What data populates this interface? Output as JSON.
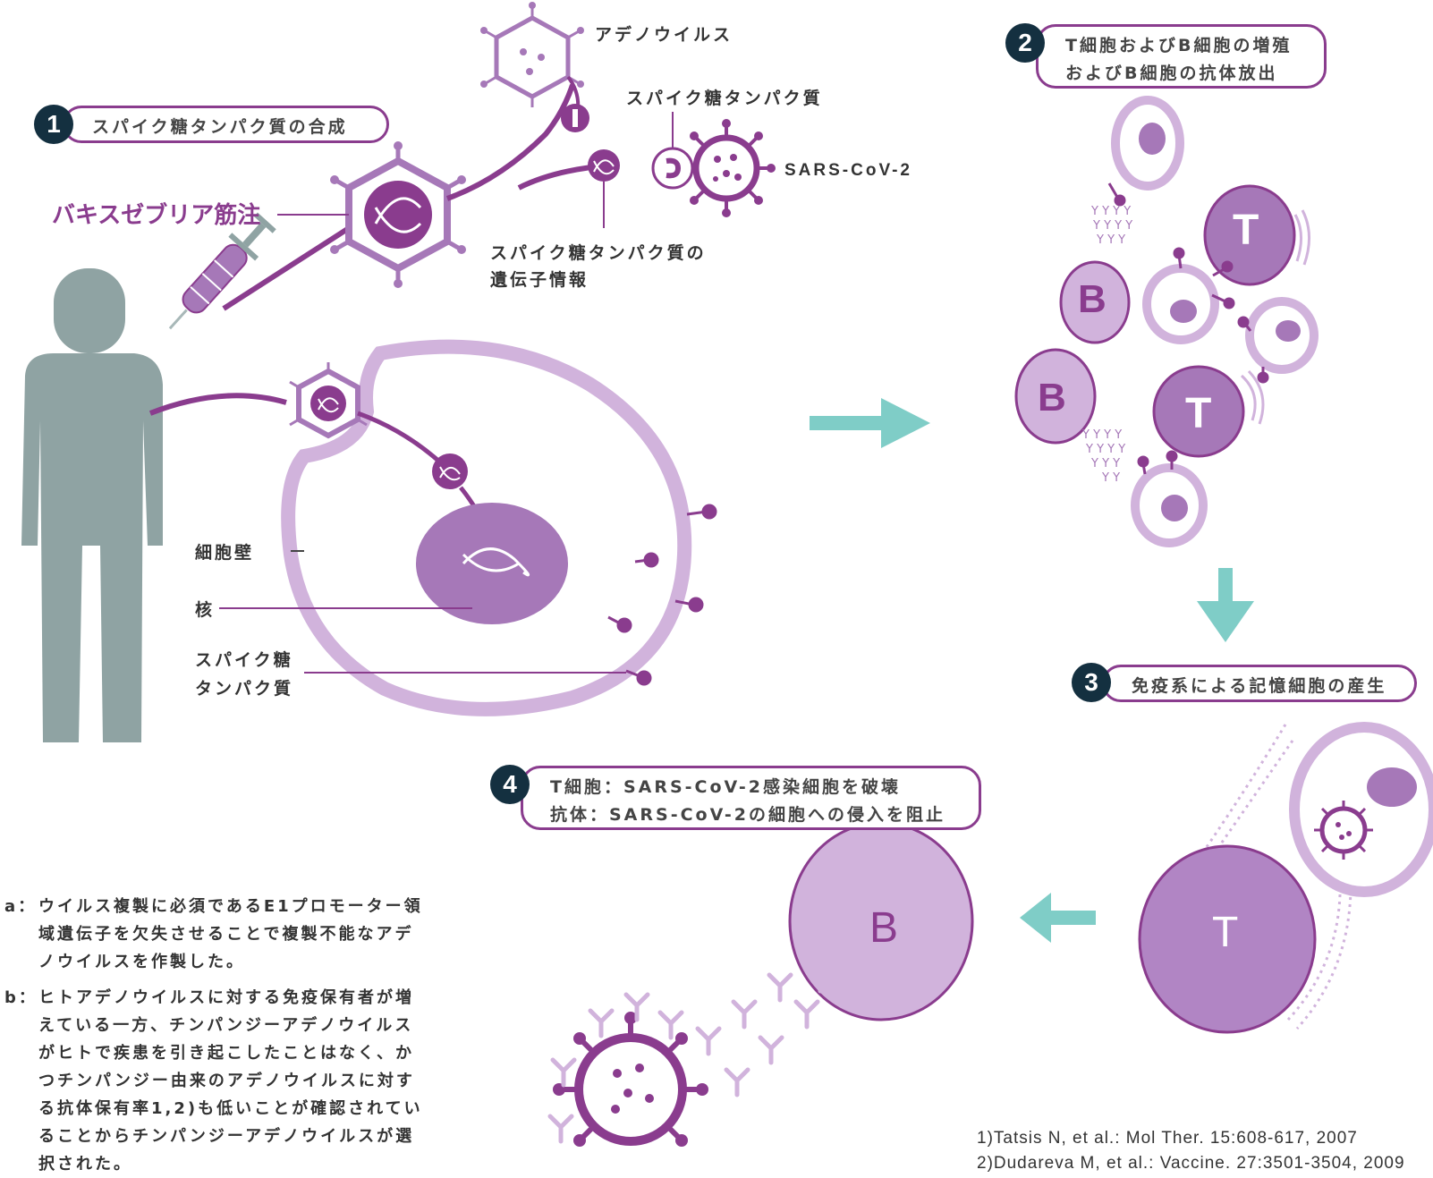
{
  "labels": {
    "adenovirus": "アデノウイルス",
    "spike_top": "スパイク糖タンパク質",
    "sars": "SARS-CoV-2",
    "gene_info_line1": "スパイク糖タンパク質の",
    "gene_info_line2": "遺伝子情報",
    "drug": "バキスゼブリア筋注",
    "cell_wall": "細胞壁",
    "nucleus": "核",
    "spike_bottom_line1": "スパイク糖",
    "spike_bottom_line2": "タンパク質",
    "cell_B": "B",
    "cell_T": "T"
  },
  "steps": [
    {
      "num": "1",
      "lines": [
        "スパイク糖タンパク質の合成"
      ]
    },
    {
      "num": "2",
      "lines": [
        "T細胞およびB細胞の増殖",
        "およびB細胞の抗体放出"
      ]
    },
    {
      "num": "3",
      "lines": [
        "免疫系による記憶細胞の産生"
      ]
    },
    {
      "num": "4",
      "lines": [
        "T細胞：SARS-CoV-2感染細胞を破壊",
        "抗体：SARS-CoV-2の細胞への侵入を阻止"
      ]
    }
  ],
  "notes": [
    {
      "key": "a：",
      "text": "ウイルス複製に必須であるE1プロモーター領域遺伝子を欠失させることで複製不能なアデノウイルスを作製した。"
    },
    {
      "key": "b：",
      "text": "ヒトアデノウイルスに対する免疫保有者が増えている一方、チンパンジーアデノウイルスがヒトで疾患を引き起こしたことはなく、かつチンパンジー由来のアデノウイルスに対する抗体保有率1,2)も低いことが確認されていることからチンパンジーアデノウイルスが選択された。"
    }
  ],
  "references": [
    "1)Tatsis N, et al.: Mol Ther. 15:608-617, 2007",
    "2)Dudareva M, et al.: Vaccine. 27:3501-3504, 2009"
  ],
  "colors": {
    "purple_dark": "#8a3c8e",
    "purple_mid": "#a678b8",
    "purple_light": "#d1b3dc",
    "teal_arrow": "#7fcdc7",
    "person_gray": "#8fa3a3",
    "badge_navy": "#143040"
  }
}
